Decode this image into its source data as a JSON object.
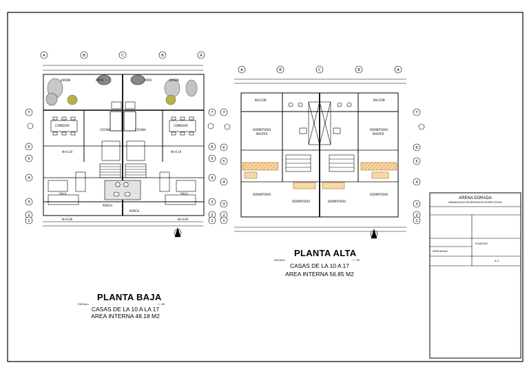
{
  "planta_baja": {
    "title": "PLANTA BAJA",
    "escala_label": "ESCALA",
    "escala_value": "1 : 50",
    "line1": "CASAS DE LA 10 A LA 17",
    "line2": "AREA INTERNA 48.18 M2",
    "rooms": {
      "jardin": "JARDIN",
      "patio": "PATIO",
      "comedor": "COMEDOR",
      "cocina": "COCINA",
      "sala": "SALA",
      "porch": "PORCH"
    },
    "levels": {
      "lv1": "N+0.10",
      "lv2": "N+0.10",
      "lv3": "N+0.00",
      "lv4": "N+0.00"
    }
  },
  "planta_alta": {
    "title": "PLANTA ALTA",
    "escala_label": "ESCALA",
    "escala_value": "1 : 50",
    "line1": "CASAS DE LA 10 A 17",
    "line2": "AREA INTERNA 56.85 M2",
    "rooms": {
      "balcon": "BALCON",
      "dormitorio": "DORMITORIO",
      "master": "MASTER"
    }
  },
  "axes": {
    "columns": [
      "A",
      "B",
      "C",
      "B",
      "A"
    ],
    "rows": [
      "7",
      "6",
      "5",
      "4",
      "3",
      "2",
      "1"
    ]
  },
  "title_block": {
    "project": "ARENA DORADA",
    "project_sub": "URBANIZACION PROGRESIVA DE INTERES SOCIAL",
    "field_a": "INDICADAS",
    "field_b": "PLANTAS",
    "field_c": "A-1"
  }
}
